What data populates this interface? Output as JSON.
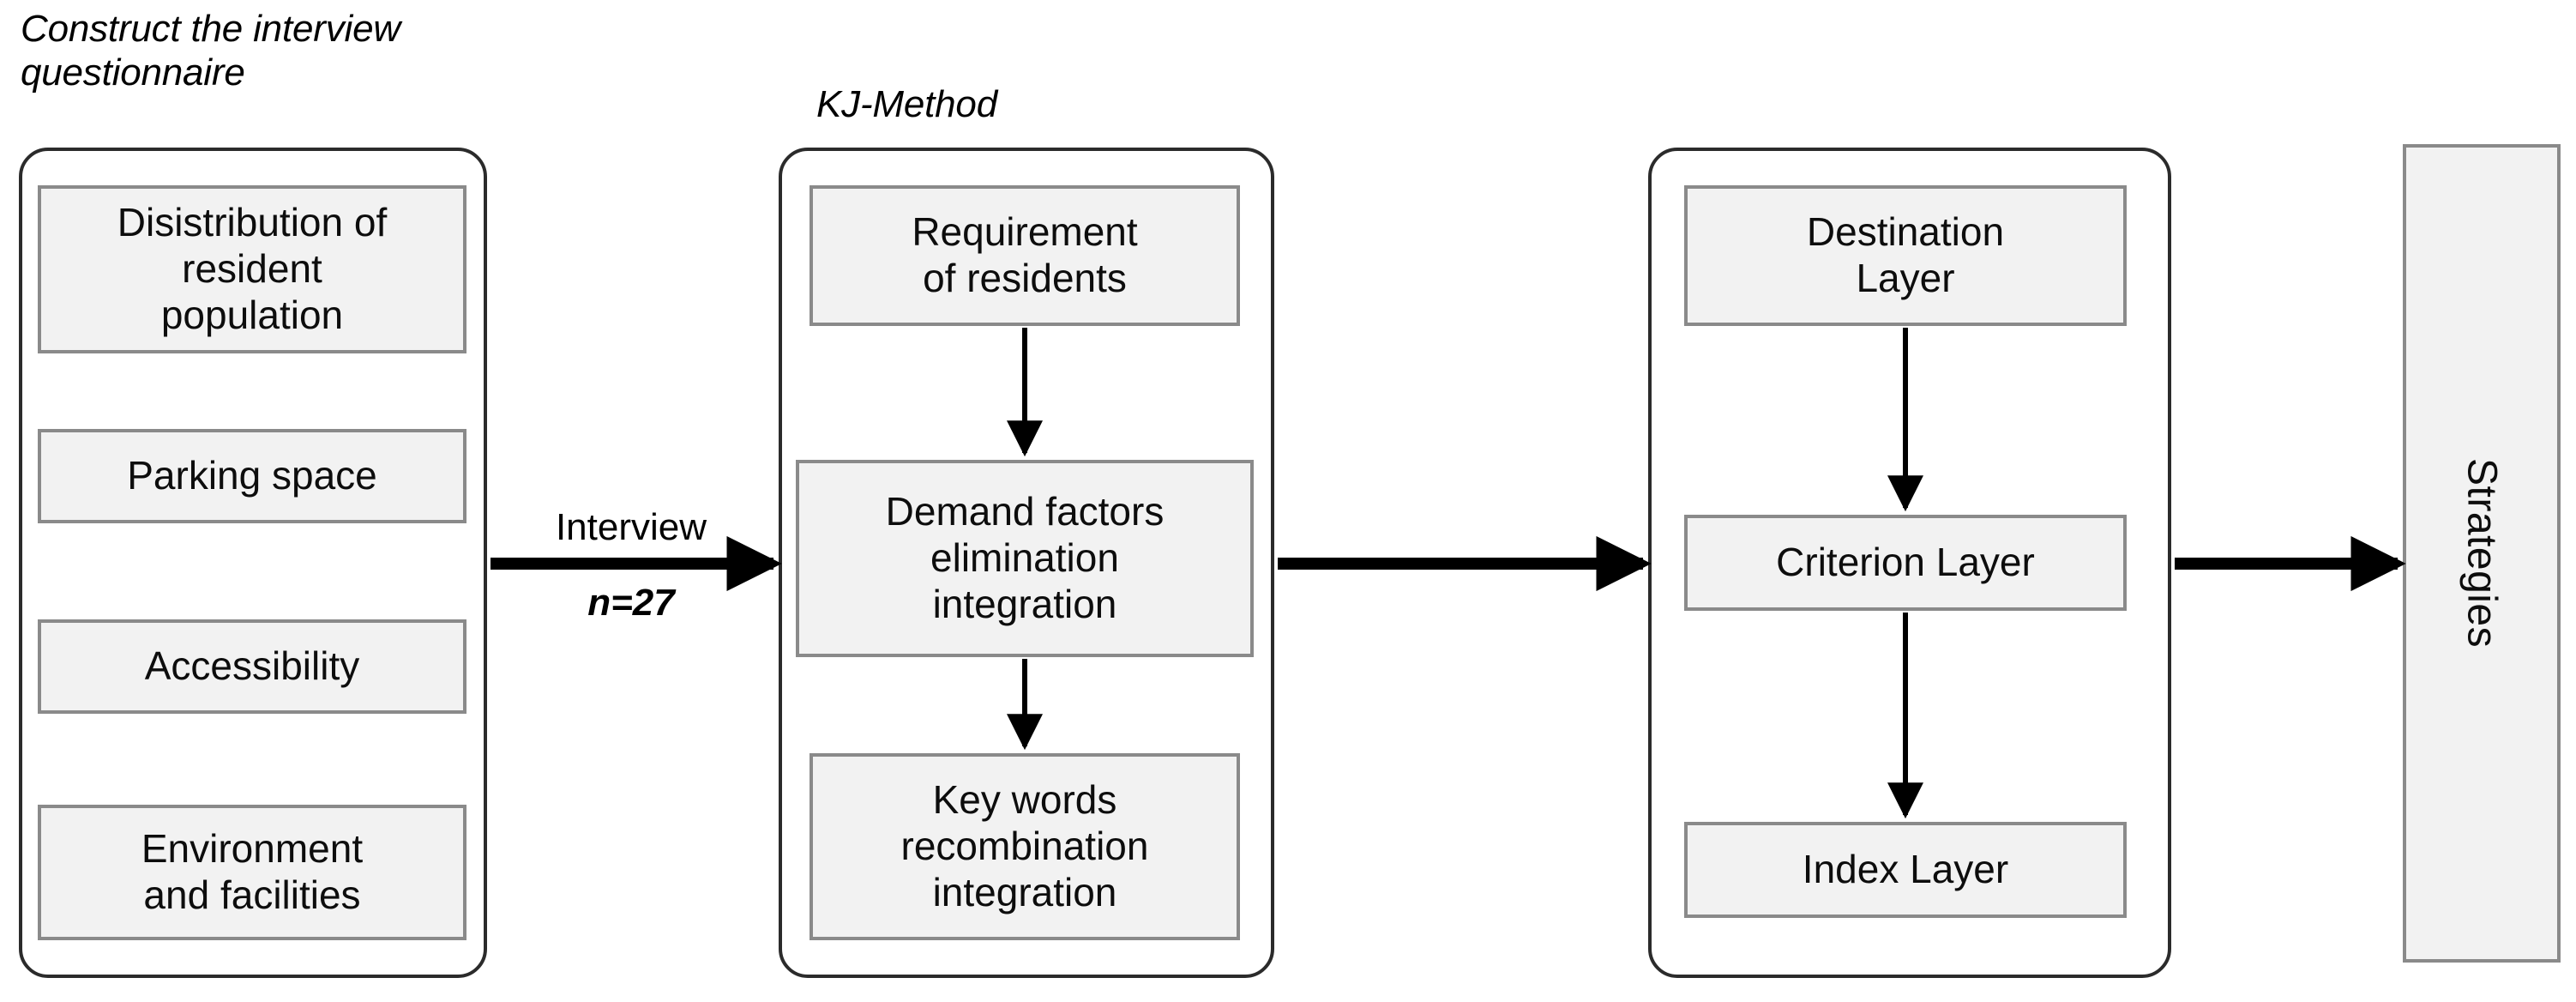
{
  "diagram": {
    "title": "Research framework flowchart",
    "colors": {
      "node_fill": "#f2f2f2",
      "node_border": "#8a8a8a",
      "group_border": "#2b2b2b",
      "connector": "#000000",
      "background": "#ffffff",
      "text": "#0d0d0d"
    }
  },
  "stages": {
    "questionnaire": {
      "caption": "Construct the interview\nquestionnaire",
      "nodes": [
        {
          "id": "population",
          "label": "Disistribution of\nresident\npopulation"
        },
        {
          "id": "parking",
          "label": "Parking space"
        },
        {
          "id": "accessibility",
          "label": "Accessibility"
        },
        {
          "id": "environment",
          "label": "Environment\nand facilities"
        }
      ]
    },
    "kj_method": {
      "caption": "KJ-Method",
      "nodes": [
        {
          "id": "requirement",
          "label": "Requirement\nof residents"
        },
        {
          "id": "demand",
          "label": "Demand factors\nelimination\nintegration"
        },
        {
          "id": "keywords",
          "label": "Key words\nrecombination\nintegration"
        }
      ]
    },
    "hierarchy": {
      "caption": "",
      "nodes": [
        {
          "id": "destination",
          "label": "Destination\nLayer"
        },
        {
          "id": "criterion",
          "label": "Criterion Layer"
        },
        {
          "id": "index",
          "label": "Index Layer"
        }
      ]
    },
    "output": {
      "node": {
        "id": "strategies",
        "label": "Strategies",
        "orientation": "vertical"
      }
    }
  },
  "connectors": {
    "interview": {
      "label_top": "Interview",
      "label_bottom": "n=27",
      "from": "questionnaire",
      "to": "kj_method"
    },
    "kj_to_hierarchy": {
      "label": "",
      "from": "kj_method",
      "to": "hierarchy"
    },
    "hierarchy_to_strategies": {
      "label": "",
      "from": "hierarchy",
      "to": "strategies"
    },
    "internal_kj": [
      {
        "from": "requirement",
        "to": "demand"
      },
      {
        "from": "demand",
        "to": "keywords"
      }
    ],
    "internal_hierarchy": [
      {
        "from": "destination",
        "to": "criterion"
      },
      {
        "from": "criterion",
        "to": "index"
      }
    ]
  }
}
